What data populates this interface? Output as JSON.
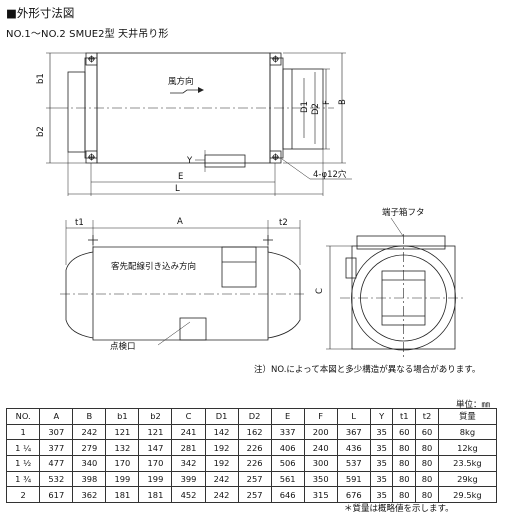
{
  "heading": {
    "title": "■外形寸法図",
    "subtitle": "NO.1～NO.2  SMUE2型   天井吊り形"
  },
  "drawing": {
    "top_view": {
      "label_airflow": "風方向",
      "dim_b1": "b1",
      "dim_b2": "b2",
      "dim_d1": "D1",
      "dim_d2": "D2",
      "dim_f": "F",
      "dim_b": "B",
      "dim_y": "Y",
      "dim_e": "E",
      "dim_l": "L",
      "dim_holes": "4-φ12穴"
    },
    "side_view": {
      "dim_t1": "t1",
      "dim_a": "A",
      "dim_t2": "t2",
      "label_wiring": "客先配線引き込み方向",
      "label_inspection": "点検口"
    },
    "end_view": {
      "label_terminal": "端子箱フタ",
      "dim_c": "C"
    }
  },
  "note": "注）NO.によって本図と多少構造が異なる場合があります。",
  "unit_label": "単位：㎜",
  "footnote": "＊質量は概略値を示します。",
  "table": {
    "headers": [
      "NO.",
      "A",
      "B",
      "b1",
      "b2",
      "C",
      "D1",
      "D2",
      "E",
      "F",
      "L",
      "Y",
      "t1",
      "t2",
      "質量"
    ],
    "rows": [
      [
        "1",
        "307",
        "242",
        "121",
        "121",
        "241",
        "142",
        "162",
        "337",
        "200",
        "367",
        "35",
        "60",
        "60",
        "8kg"
      ],
      [
        "1 ¼",
        "377",
        "279",
        "132",
        "147",
        "281",
        "192",
        "226",
        "406",
        "240",
        "436",
        "35",
        "80",
        "80",
        "12kg"
      ],
      [
        "1 ½",
        "477",
        "340",
        "170",
        "170",
        "342",
        "192",
        "226",
        "506",
        "300",
        "537",
        "35",
        "80",
        "80",
        "23.5kg"
      ],
      [
        "1 ¾",
        "532",
        "398",
        "199",
        "199",
        "399",
        "242",
        "257",
        "561",
        "350",
        "591",
        "35",
        "80",
        "80",
        "29kg"
      ],
      [
        "2",
        "617",
        "362",
        "181",
        "181",
        "452",
        "242",
        "257",
        "646",
        "315",
        "676",
        "35",
        "80",
        "80",
        "29.5kg"
      ]
    ]
  }
}
